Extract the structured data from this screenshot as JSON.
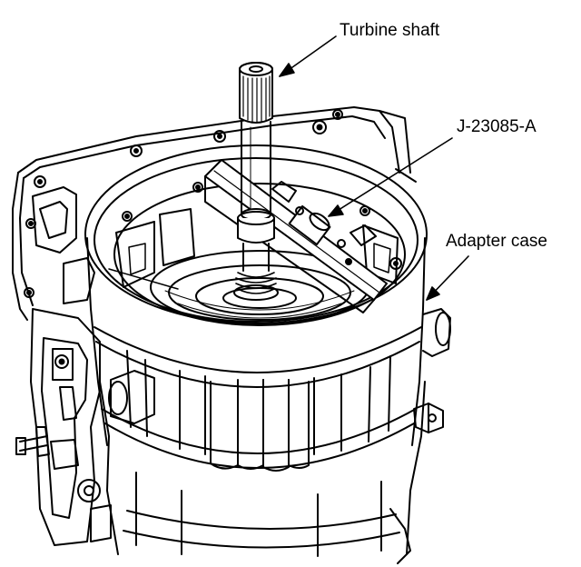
{
  "labels": {
    "turbine_shaft": "Turbine shaft",
    "tool": "J-23085-A",
    "adapter_case": "Adapter case"
  },
  "colors": {
    "ink": "#000000",
    "paper": "#ffffff"
  }
}
